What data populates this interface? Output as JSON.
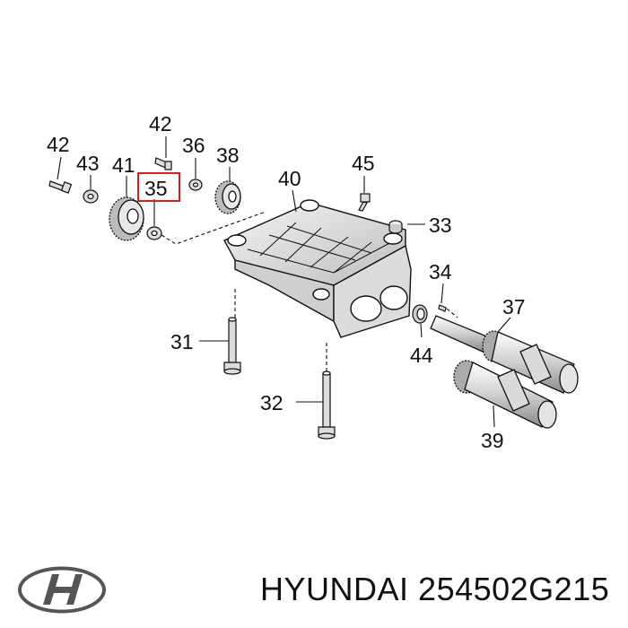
{
  "callouts": [
    {
      "id": "c42a",
      "label": "42"
    },
    {
      "id": "c43",
      "label": "43"
    },
    {
      "id": "c41",
      "label": "41"
    },
    {
      "id": "c42b",
      "label": "42"
    },
    {
      "id": "c35",
      "label": "35"
    },
    {
      "id": "c36",
      "label": "36"
    },
    {
      "id": "c38",
      "label": "38"
    },
    {
      "id": "c40",
      "label": "40"
    },
    {
      "id": "c45",
      "label": "45"
    },
    {
      "id": "c33",
      "label": "33"
    },
    {
      "id": "c34",
      "label": "34"
    },
    {
      "id": "c37",
      "label": "37"
    },
    {
      "id": "c31",
      "label": "31"
    },
    {
      "id": "c44",
      "label": "44"
    },
    {
      "id": "c32",
      "label": "32"
    },
    {
      "id": "c39",
      "label": "39"
    }
  ],
  "highlight": {
    "label": "35",
    "color": "#d62020"
  },
  "footer": {
    "brand": "HYUNDAI",
    "part_number": "254502G215"
  },
  "logo": {
    "icon": "hyundai-logo-icon",
    "color": "#555555"
  },
  "colors": {
    "line": "#111111",
    "highlight": "#d62020"
  }
}
